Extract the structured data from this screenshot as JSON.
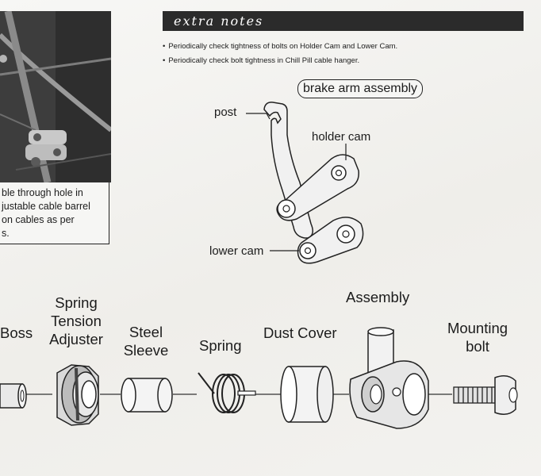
{
  "photo_caption": {
    "lines": [
      "ble through hole in",
      "justable cable barrel",
      "on cables as per",
      "s."
    ]
  },
  "extra_notes": {
    "title": "extra notes",
    "items": [
      {
        "bullet": "•",
        "text": "Periodically check tightness of bolts on Holder Cam and  Lower Cam."
      },
      {
        "bullet": "•",
        "text": "Periodically check bolt tightness in Chill Pill cable hanger."
      }
    ]
  },
  "brake_arm_diagram": {
    "title": "brake arm assembly",
    "labels": {
      "post": "post",
      "holder_cam": "holder cam",
      "lower_cam": "lower cam"
    }
  },
  "exploded_parts": {
    "labels": [
      "Boss",
      "Spring Tension Adjuster",
      "Steel Sleeve",
      "Spring",
      "Dust Cover",
      "Assembly",
      "Mounting bolt"
    ],
    "lines": {
      "boss": "Boss",
      "spring_tension_adjuster": [
        "Spring",
        "Tension",
        "Adjuster"
      ],
      "steel_sleeve": [
        "Steel",
        "Sleeve"
      ],
      "spring": "Spring",
      "dust_cover": "Dust Cover",
      "assembly": "Assembly",
      "mounting_bolt": [
        "Mounting",
        "bolt"
      ]
    }
  }
}
